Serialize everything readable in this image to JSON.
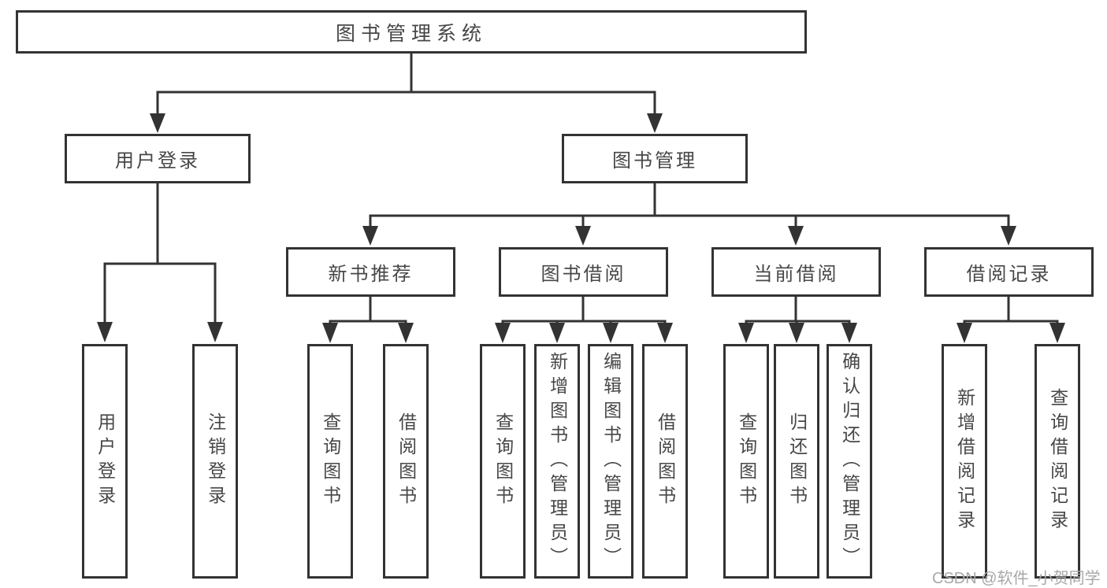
{
  "tree": {
    "root": "图书管理系统",
    "branches": [
      {
        "label": "用户登录",
        "leaves": [
          "用户登录",
          "注销登录"
        ]
      },
      {
        "label": "图书管理",
        "sections": [
          {
            "label": "新书推荐",
            "leaves": [
              "查询图书",
              "借阅图书"
            ]
          },
          {
            "label": "图书借阅",
            "leaves": [
              "查询图书",
              "新增图书（管理员）",
              "编辑图书（管理员）",
              "借阅图书"
            ]
          },
          {
            "label": "当前借阅",
            "leaves": [
              "查询图书",
              "归还图书",
              "确认归还（管理员）"
            ]
          },
          {
            "label": "借阅记录",
            "leaves": [
              "新增借阅记录",
              "查询借阅记录"
            ]
          }
        ]
      }
    ]
  },
  "watermark": "CSDN @软件_小贺同学",
  "colors": {
    "line": "#333333",
    "box_border": "#333333",
    "text": "#474747",
    "watermark": "#a8a8a8",
    "background": "#ffffff"
  }
}
